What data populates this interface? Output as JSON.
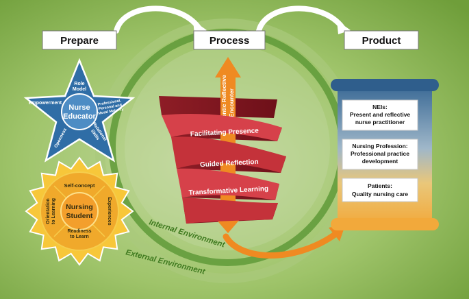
{
  "headers": {
    "prepare": "Prepare",
    "process": "Process",
    "product": "Product"
  },
  "star": {
    "center": [
      "Nurse",
      "Educator"
    ],
    "role_model": [
      "Role",
      "Model"
    ],
    "empowerment": "Empowerment",
    "maturity": [
      "Professional,",
      "Personal and",
      "Moral Maturity"
    ],
    "openness": "Openness",
    "relational": [
      "Relational",
      "Skills"
    ]
  },
  "sun": {
    "center": [
      "Nursing",
      "Student"
    ],
    "self_concept": "Self-concept",
    "orientation": [
      "Orientation",
      "to Learning"
    ],
    "experiences": "Experiences",
    "readiness": [
      "Readiness",
      "to Learn"
    ]
  },
  "process": {
    "arrow_label": [
      "Authentic Reflective",
      "Encounter"
    ],
    "bands": [
      "Facilitating Presence",
      "Guided Reflection",
      "Transformative Learning"
    ]
  },
  "product": {
    "cards": [
      {
        "title": "NEIs:",
        "lines": [
          "Present and reflective",
          "nurse practitioner"
        ]
      },
      {
        "title": "Nursing Profession:",
        "lines": [
          "Professional practice",
          "development"
        ]
      },
      {
        "title": "Patients:",
        "lines": [
          "Quality nursing care"
        ]
      }
    ]
  },
  "environment": {
    "internal": "Internal Environment",
    "external": "External Environment"
  },
  "colors": {
    "background": "#8ab454",
    "star": "#2f6da6",
    "sun": "#f0bc2a",
    "ribbon": "#c4323a",
    "arrow": "#ef8a22",
    "scroll": "#3d6e9a",
    "env_text": "#3f7a1f"
  }
}
